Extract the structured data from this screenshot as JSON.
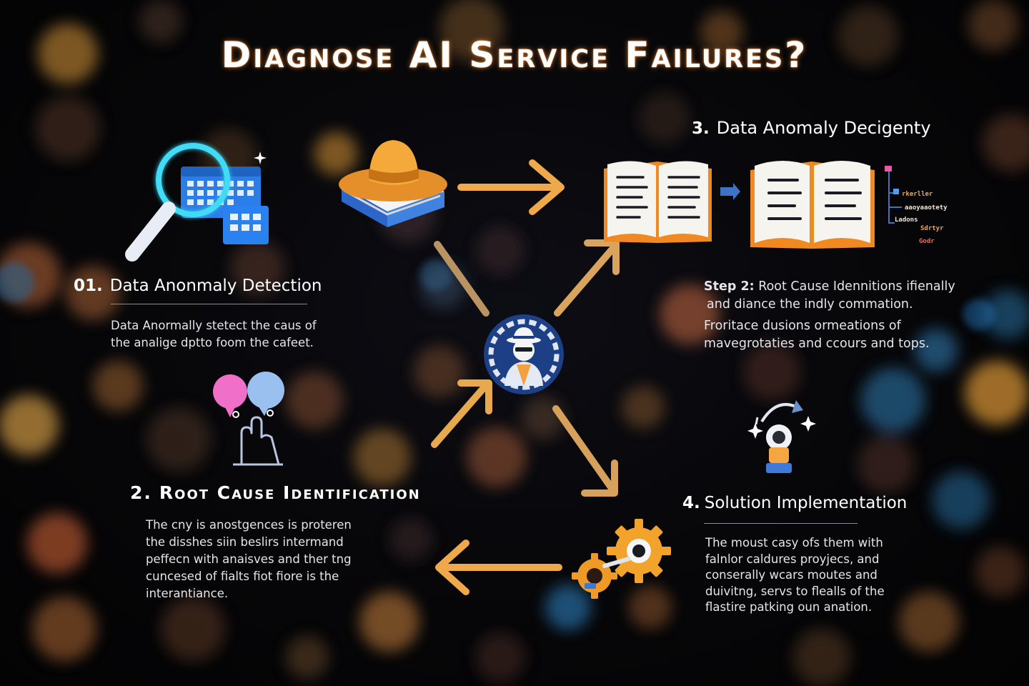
{
  "title": "Diagnose AI Service Failures?",
  "colors": {
    "accent_orange": "#f2a844",
    "arrow_tan": "#c9a36a",
    "icon_blue": "#2f8cf5",
    "cyan": "#35d3f0",
    "center_badge": "#1d3f86"
  },
  "steps": {
    "detection": {
      "number": "01.",
      "heading": "Data Anonmaly Detection",
      "body": [
        "Data Anormally stetect the caus of",
        "the analige dptto foom the cafeet."
      ],
      "icon": "magnifier-calendar-icon"
    },
    "root_cause": {
      "number": "2.",
      "heading": "Root Cause Identification",
      "body": [
        "The cny is anostgences is proteren",
        "the disshes siin beslirs intermand",
        "peffecn with anaisves and ther tng",
        "cuncesed of fialts fiot fiore is the",
        "interantiance."
      ],
      "icon": "hand-bubbles-icon"
    },
    "deficiency": {
      "number": "3.",
      "heading": "Data Anomaly Decigenty",
      "icon": "open-books-icon",
      "side_labels": [
        "rkerller",
        "aaoyaaotety",
        "Ladons",
        "Sdrtyr",
        "Godr"
      ]
    },
    "step2_note": {
      "label": "Step 2:",
      "lines": [
        "Root Cause Idennitions ifienally",
        "and diance the indly commation."
      ],
      "extra": [
        "Froritace dusions ormeations of",
        "mavegrotaties and ccours and tops."
      ]
    },
    "solution": {
      "number": "4.",
      "heading": "Solution Implementation",
      "body": [
        "The moust casy ofs them with",
        "falnlor caldures proyjecs, and",
        "conserally wcars moutes and",
        "duivitng, servs to flealls of the",
        "flastire patking oun anation."
      ],
      "icon": "astronaut-sparkle-icon"
    }
  },
  "center_icon": "detective-gear-icon",
  "hat_icon": "hat-book-icon",
  "gears_icon": "gears-icon"
}
